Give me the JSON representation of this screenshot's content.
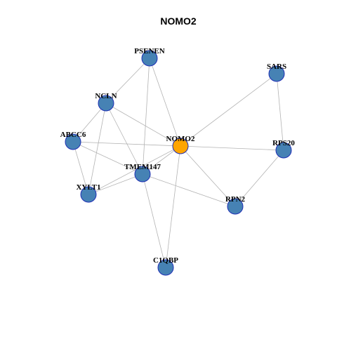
{
  "title": "NOMO2",
  "colors": {
    "default_node": "#4682b4",
    "highlight_node": "#ffa500",
    "node_border": "#1f2fb5",
    "edge": "#b3b3b3"
  },
  "nodes": [
    {
      "id": "PSENEN",
      "label": "PSENEN",
      "highlight": false
    },
    {
      "id": "SARS",
      "label": "SARS",
      "highlight": false
    },
    {
      "id": "NCLN",
      "label": "NCLN",
      "highlight": false
    },
    {
      "id": "ABCC6",
      "label": "ABCC6",
      "highlight": false
    },
    {
      "id": "NOMO2",
      "label": "NOMO2",
      "highlight": true
    },
    {
      "id": "RPS20",
      "label": "RPS20",
      "highlight": false
    },
    {
      "id": "TMEM147",
      "label": "TMEM147",
      "highlight": false
    },
    {
      "id": "XYLT1",
      "label": "XYLT1",
      "highlight": false
    },
    {
      "id": "RPN2",
      "label": "RPN2",
      "highlight": false
    },
    {
      "id": "C1QBP",
      "label": "C1QBP",
      "highlight": false
    }
  ],
  "edges": [
    [
      "PSENEN",
      "NCLN"
    ],
    [
      "PSENEN",
      "NOMO2"
    ],
    [
      "PSENEN",
      "TMEM147"
    ],
    [
      "SARS",
      "NOMO2"
    ],
    [
      "SARS",
      "RPS20"
    ],
    [
      "NCLN",
      "ABCC6"
    ],
    [
      "NCLN",
      "NOMO2"
    ],
    [
      "NCLN",
      "TMEM147"
    ],
    [
      "NCLN",
      "XYLT1"
    ],
    [
      "ABCC6",
      "NOMO2"
    ],
    [
      "ABCC6",
      "TMEM147"
    ],
    [
      "ABCC6",
      "XYLT1"
    ],
    [
      "NOMO2",
      "RPS20"
    ],
    [
      "NOMO2",
      "TMEM147"
    ],
    [
      "NOMO2",
      "XYLT1"
    ],
    [
      "NOMO2",
      "RPN2"
    ],
    [
      "NOMO2",
      "C1QBP"
    ],
    [
      "RPS20",
      "RPN2"
    ],
    [
      "TMEM147",
      "XYLT1"
    ],
    [
      "TMEM147",
      "RPN2"
    ],
    [
      "TMEM147",
      "C1QBP"
    ]
  ]
}
